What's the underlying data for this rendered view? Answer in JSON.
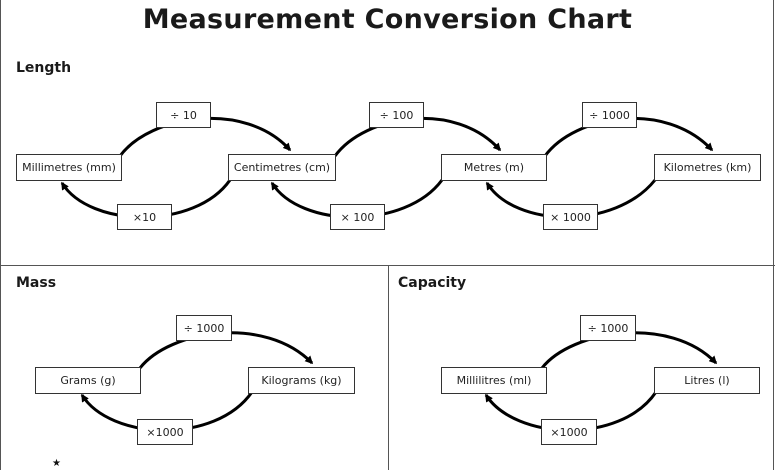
{
  "title": "Measurement Conversion Chart",
  "length": {
    "heading": "Length",
    "units": [
      "Millimetres (mm)",
      "Centimetres (cm)",
      "Metres (m)",
      "Kilometres (km)"
    ],
    "divide_labels": [
      "÷ 10",
      "÷ 100",
      "÷ 1000"
    ],
    "multiply_labels": [
      "×10",
      "× 100",
      "× 1000"
    ]
  },
  "mass": {
    "heading": "Mass",
    "units": [
      "Grams (g)",
      "Kilograms (kg)"
    ],
    "divide_label": "÷ 1000",
    "multiply_label": "×1000"
  },
  "capacity": {
    "heading": "Capacity",
    "units": [
      "Millilitres (ml)",
      "Litres (l)"
    ],
    "divide_label": "÷ 1000",
    "multiply_label": "×1000"
  },
  "colors": {
    "line": "#000000",
    "box_border": "#333333",
    "divider": "#555555"
  },
  "footer_mark": "★"
}
